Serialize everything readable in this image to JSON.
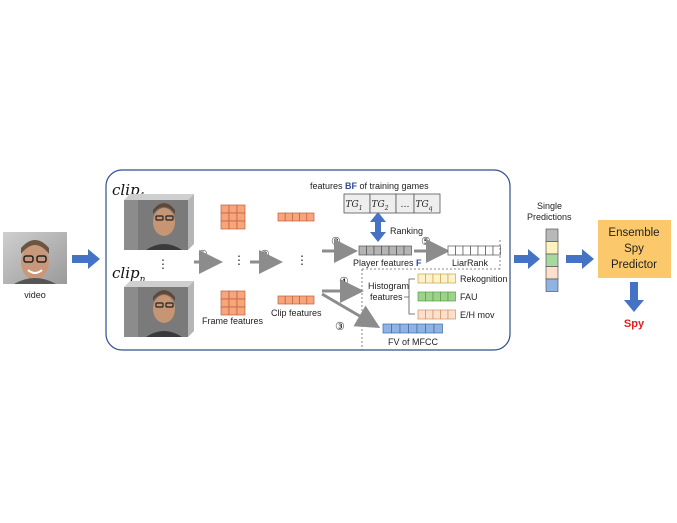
{
  "input": {
    "caption": "video"
  },
  "clips": {
    "first": {
      "base": "clip",
      "sub": "1"
    },
    "last": {
      "base": "clip",
      "sub": "n"
    },
    "ellipsis": "⋮"
  },
  "steps": {
    "s1": "①",
    "s2": "②",
    "s3a": "③",
    "s3b": "③",
    "s4": "④",
    "s5": "⑤"
  },
  "dots": {
    "frame": "⋮",
    "clip": "⋮"
  },
  "labels": {
    "frame_features": "Frame features",
    "clip_features": "Clip features",
    "ranking": "Ranking",
    "player_prefix": "Player features ",
    "player_F": "F",
    "liarrank": "LiarRank",
    "histogram_line1": "Histogram",
    "histogram_line2": "features",
    "fv_mfcc": "FV of MFCC"
  },
  "training": {
    "prefix": "features ",
    "bf": "BF",
    "suffix": " of training games",
    "cells": [
      {
        "base": "TG",
        "sub": "1"
      },
      {
        "base": "TG",
        "sub": "2"
      },
      {
        "base": "…",
        "sub": ""
      },
      {
        "base": "TG",
        "sub": "q"
      }
    ]
  },
  "histograms": [
    {
      "label": "Rekognition",
      "color": "#fdf2d0",
      "border": "#c9a640"
    },
    {
      "label": "FAU",
      "color": "#9cd38a",
      "border": "#5a9a4a"
    },
    {
      "label": "E/H mov",
      "color": "#fde0cc",
      "border": "#d09060"
    }
  ],
  "predictions": {
    "title_line1": "Single",
    "title_line2": "Predictions",
    "colors": [
      "#b8b8b8",
      "#fdf2c0",
      "#a6d9a0",
      "#fde0cc",
      "#8fb4e3"
    ]
  },
  "ensemble": {
    "line1": "Ensemble",
    "line2": "Spy",
    "line3": "Predictor",
    "color": "#fbc96b"
  },
  "output": {
    "label": "Spy",
    "color": "#e02020"
  },
  "colors": {
    "arrow_blue": "#4472c4",
    "frame_orange": "#f6a57c",
    "frame_border": "#c0603a",
    "panel_border": "#2f4f8f"
  }
}
